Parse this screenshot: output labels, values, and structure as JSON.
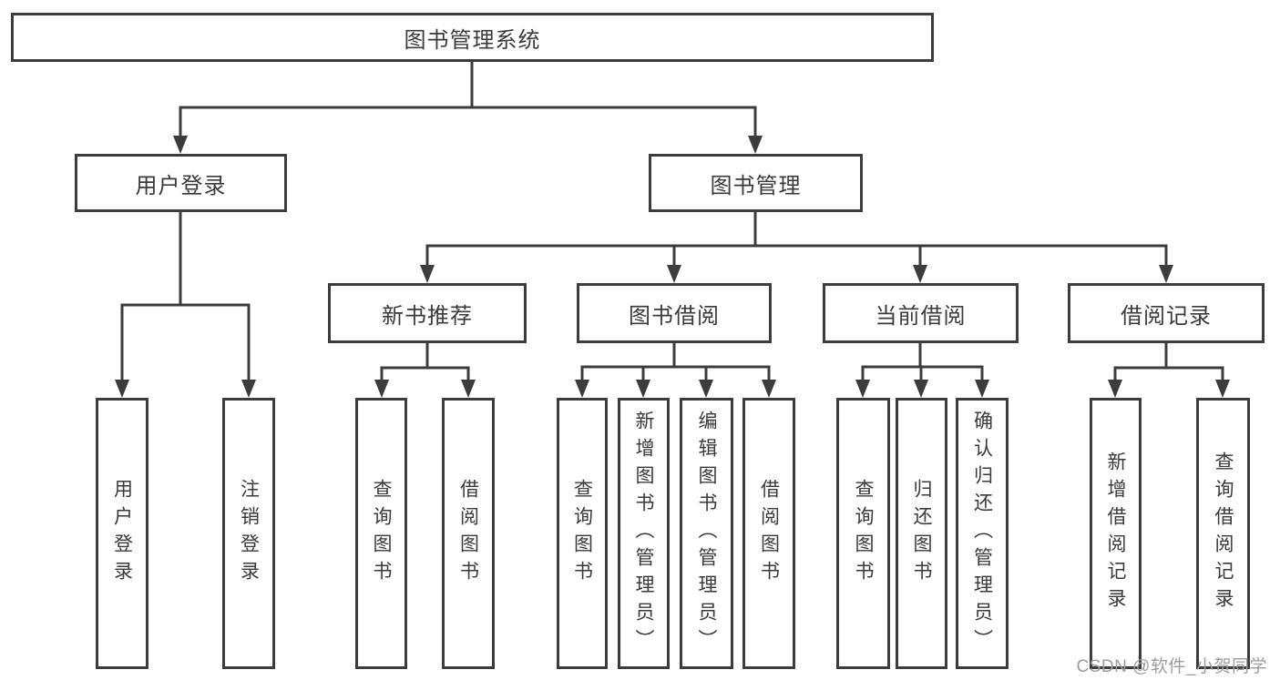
{
  "watermark": {
    "text": "CSDN @软件_小贺同学"
  },
  "colors": {
    "line": "#3c3c3c",
    "text": "#3a3a3a",
    "watermark": "#9d9d9d",
    "background": "#ffffff"
  },
  "tree": {
    "root": "图书管理系统",
    "children": [
      {
        "label": "用户登录",
        "children": [
          "用户登录",
          "注销登录"
        ]
      },
      {
        "label": "图书管理",
        "children": [
          {
            "label": "新书推荐",
            "children": [
              "查询图书",
              "借阅图书"
            ]
          },
          {
            "label": "图书借阅",
            "children": [
              "查询图书",
              "新增图书（管理员）",
              "编辑图书（管理员）",
              "借阅图书"
            ]
          },
          {
            "label": "当前借阅",
            "children": [
              "查询图书",
              "归还图书",
              "确认归还（管理员）"
            ]
          },
          {
            "label": "借阅记录",
            "children": [
              "新增借阅记录",
              "查询借阅记录"
            ]
          }
        ]
      }
    ]
  }
}
